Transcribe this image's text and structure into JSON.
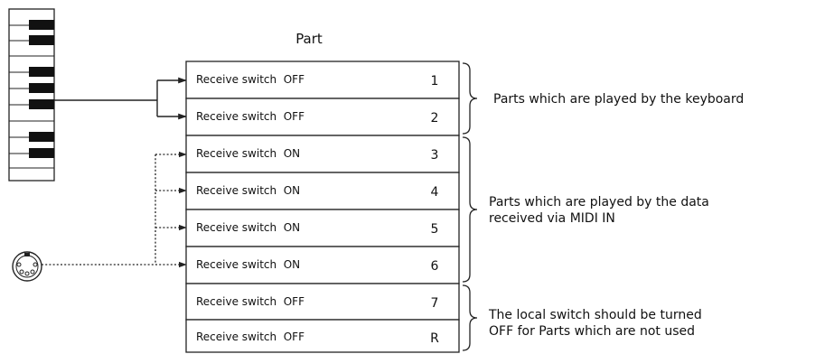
{
  "diagram": {
    "title": "Part",
    "parts": [
      {
        "label": "Receive switch  OFF",
        "number": "1",
        "source": "keyboard"
      },
      {
        "label": "Receive switch  OFF",
        "number": "2",
        "source": "keyboard"
      },
      {
        "label": "Receive switch  ON",
        "number": "3",
        "source": "midi"
      },
      {
        "label": "Receive switch  ON",
        "number": "4",
        "source": "midi"
      },
      {
        "label": "Receive switch  ON",
        "number": "5",
        "source": "midi"
      },
      {
        "label": "Receive switch  ON",
        "number": "6",
        "source": "midi"
      },
      {
        "label": "Receive switch  OFF",
        "number": "7",
        "source": "none"
      },
      {
        "label": "Receive switch  OFF",
        "number": "R",
        "source": "none"
      }
    ],
    "groups": [
      {
        "lines": [
          "Parts which are played by the keyboard"
        ]
      },
      {
        "lines": [
          "Parts which are played by the data",
          "received via MIDI IN"
        ]
      },
      {
        "lines": [
          "The local switch should be turned",
          "OFF for Parts which are not used"
        ]
      }
    ],
    "icons": {
      "keyboard": "piano-keyboard-icon",
      "midi": "midi-din-connector-icon"
    }
  }
}
